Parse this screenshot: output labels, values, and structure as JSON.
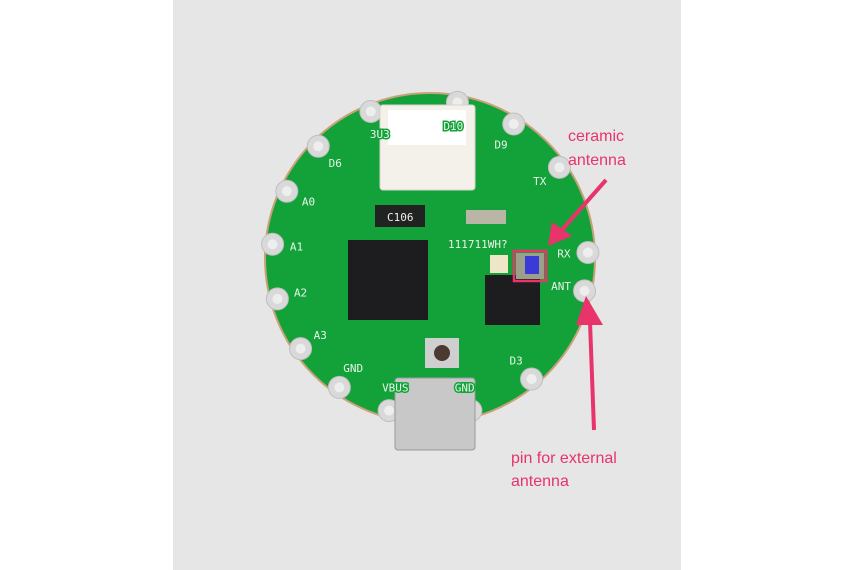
{
  "annotations": {
    "ceramic_antenna": [
      "ceramic",
      "antenna"
    ],
    "external_pin": [
      "pin for external",
      "antenna"
    ]
  },
  "board": {
    "pad_labels": [
      "3U3",
      "D6",
      "A0",
      "A1",
      "A2",
      "A3",
      "GND",
      "VBUS",
      "GND",
      "D3",
      "ANT",
      "RX",
      "TX",
      "D9",
      "D10"
    ],
    "chip_marking": "C106",
    "date_code": "111711WH?"
  },
  "colors": {
    "annotation": "#e8336b",
    "board": "#13a23a",
    "background": "#e6e6e6"
  }
}
